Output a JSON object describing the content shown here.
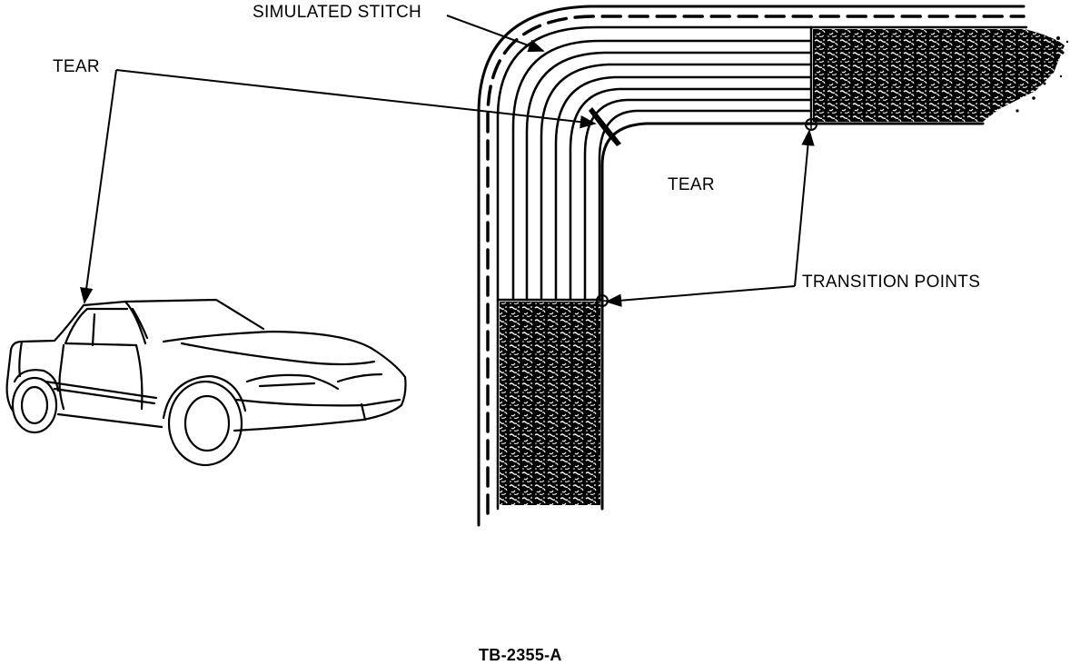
{
  "labels": {
    "simulated_stitch": "SIMULATED STITCH",
    "tear_left": "TEAR",
    "tear_center": "TEAR",
    "transition_points": "TRANSITION POINTS",
    "figure_id": "TB-2355-A"
  },
  "colors": {
    "ink": "#000000",
    "background": "#ffffff"
  }
}
